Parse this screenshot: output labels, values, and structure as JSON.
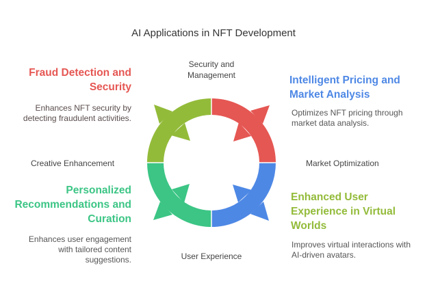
{
  "title": "AI Applications in NFT Development",
  "colors": {
    "fraud": "#e55753",
    "pricing": "#4e88e5",
    "vr": "#93bb3a",
    "recs": "#3cc585"
  },
  "cycle_labels": {
    "top": "Security and Management",
    "left": "Creative Enhancement",
    "right": "Market Optimization",
    "bottom": "User Experience"
  },
  "blocks": {
    "fraud": {
      "heading": "Fraud Detection and Security",
      "desc": "Enhances NFT security by detecting fraudulent activities."
    },
    "pricing": {
      "heading": "Intelligent Pricing and Market Analysis",
      "desc": "Optimizes NFT pricing through market data analysis."
    },
    "recs": {
      "heading": "Personalized Recommendations and Curation",
      "desc": "Enhances user engagement with tailored content suggestions."
    },
    "vr": {
      "heading": "Enhanced User Experience in Virtual Worlds",
      "desc": "Improves virtual interactions with AI-driven avatars."
    }
  }
}
